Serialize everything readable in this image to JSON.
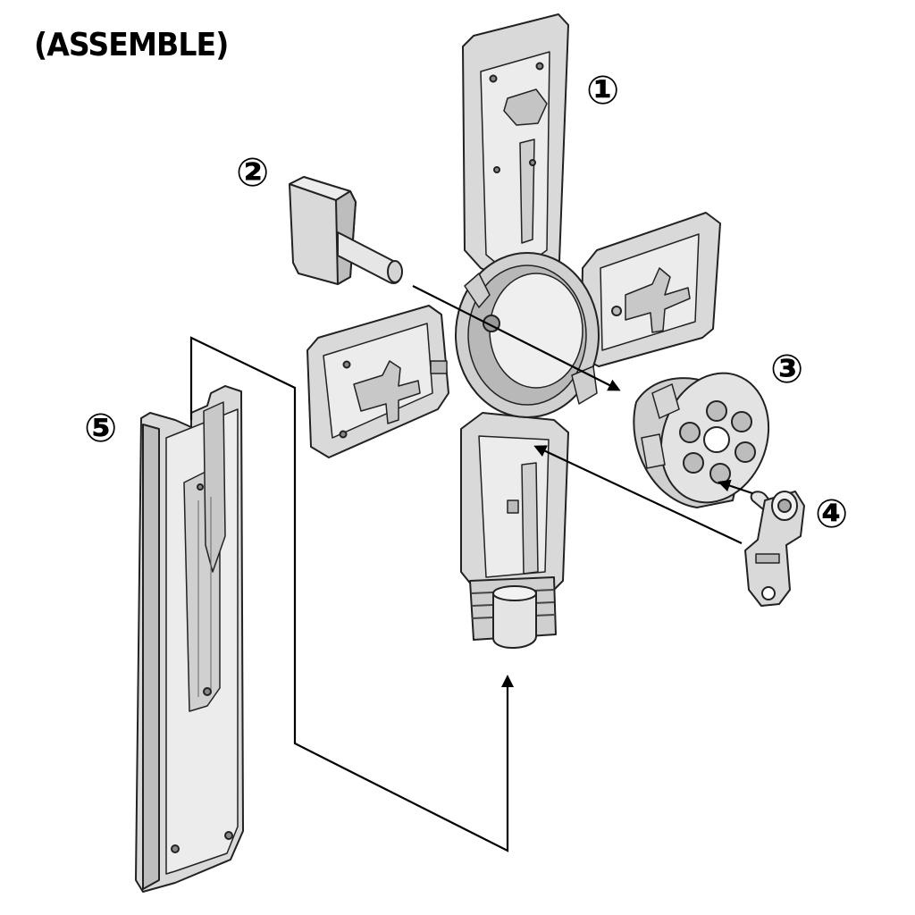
{
  "title": "(ASSEMBLE)",
  "parts": [
    {
      "number": "①",
      "icon": "blade-cross-frame"
    },
    {
      "number": "②",
      "icon": "peg-pin"
    },
    {
      "number": "③",
      "icon": "revolver-cylinder"
    },
    {
      "number": "④",
      "icon": "cylinder-axle-clip"
    },
    {
      "number": "⑤",
      "icon": "handle-cover"
    }
  ],
  "colors": {
    "part_fill": "#d9d9d9",
    "part_light": "#ececec",
    "part_dark": "#9a9a9a",
    "outline": "#222222",
    "leader_line": "#000000"
  }
}
